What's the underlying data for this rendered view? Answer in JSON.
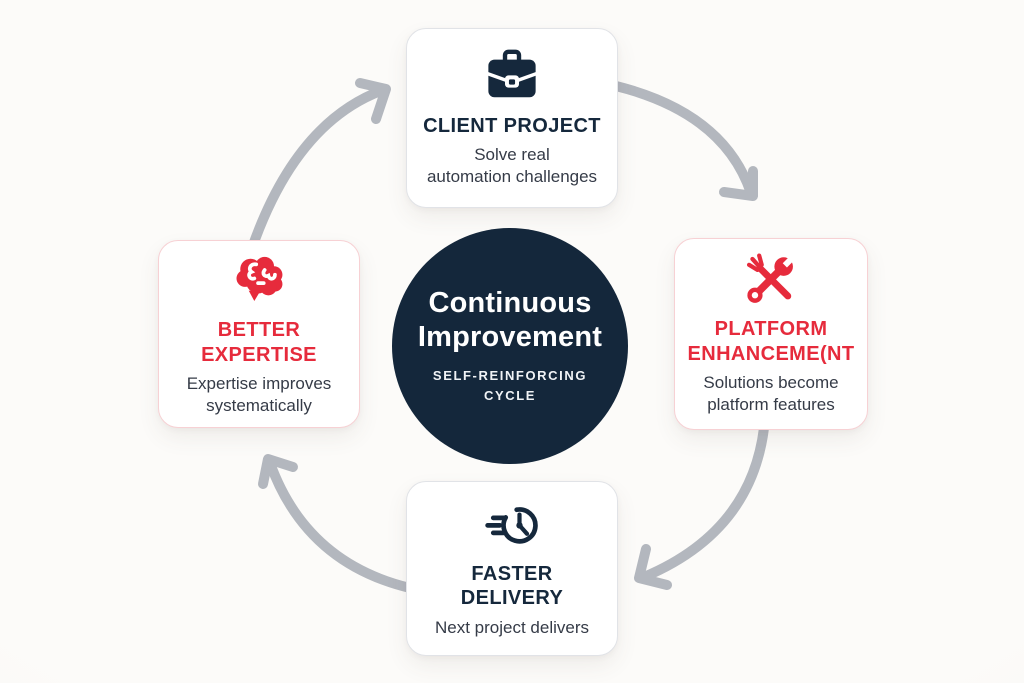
{
  "center": {
    "title": "Continuous\nImprovement",
    "subtitle": "SELF-REINFORCING\nCYCLE",
    "bg_color": "#14273b",
    "text_color": "#ffffff"
  },
  "cards": {
    "top": {
      "icon": "briefcase-icon",
      "title": "CLIENT PROJECT",
      "description": "Solve real\nautomation challenges",
      "accent_color": "#15283c"
    },
    "right": {
      "icon": "tools-icon",
      "title": "PLATFORM\nENHANCEME(NT",
      "description": "Solutions become\nplatform features",
      "accent_color": "#e62b3c"
    },
    "bottom": {
      "icon": "speed-clock-icon",
      "title": "FASTER\nDELIVERY",
      "description": "Next project delivers",
      "accent_color": "#15283c"
    },
    "left": {
      "icon": "brain-icon",
      "title": "BETTER\nEXPERTISE",
      "description": "Expertise improves\nsystematically",
      "accent_color": "#e62b3c"
    }
  },
  "colors": {
    "navy": "#15283c",
    "red": "#e62b3c",
    "arrow_gray": "#b3b7be",
    "card_bg": "#ffffff",
    "description_text": "#353b47",
    "background": "#f8f6f3"
  },
  "flow": [
    "top",
    "right",
    "bottom",
    "left"
  ]
}
